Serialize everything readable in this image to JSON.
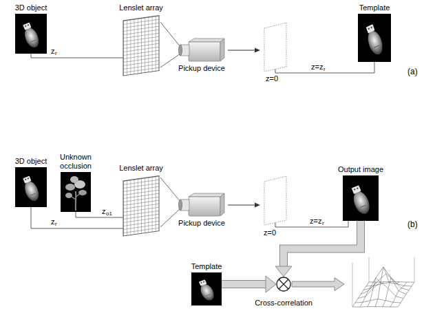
{
  "diagram": {
    "nodes": [
      {
        "text": [
          "3D object"
        ]
      },
      {
        "text": [
          "Lenslet array"
        ]
      },
      {
        "text": [
          "Pickup device"
        ]
      },
      {
        "text": [
          "Template"
        ]
      },
      {
        "text": [
          "3D object"
        ]
      },
      {
        "text": [
          "Unknown occlusion"
        ]
      },
      {
        "text": [
          "Lenslet array"
        ]
      },
      {
        "text": [
          "Pickup device"
        ]
      },
      {
        "text": [
          "Output image"
        ]
      },
      {
        "text": [
          "Template"
        ]
      },
      {
        "text": [
          "Cross-correlation"
        ]
      }
    ],
    "edges": [
      {
        "from": 8,
        "to": 10,
        "arrow": "to"
      },
      {
        "from": 9,
        "to": 10,
        "arrow": "to"
      }
    ],
    "labels": [
      "z",
      "r",
      "z=0",
      "z=z",
      "r",
      "(a)",
      "z",
      "o1",
      "z",
      "r",
      "z=0",
      "z=z",
      "r",
      "(b)"
    ]
  }
}
